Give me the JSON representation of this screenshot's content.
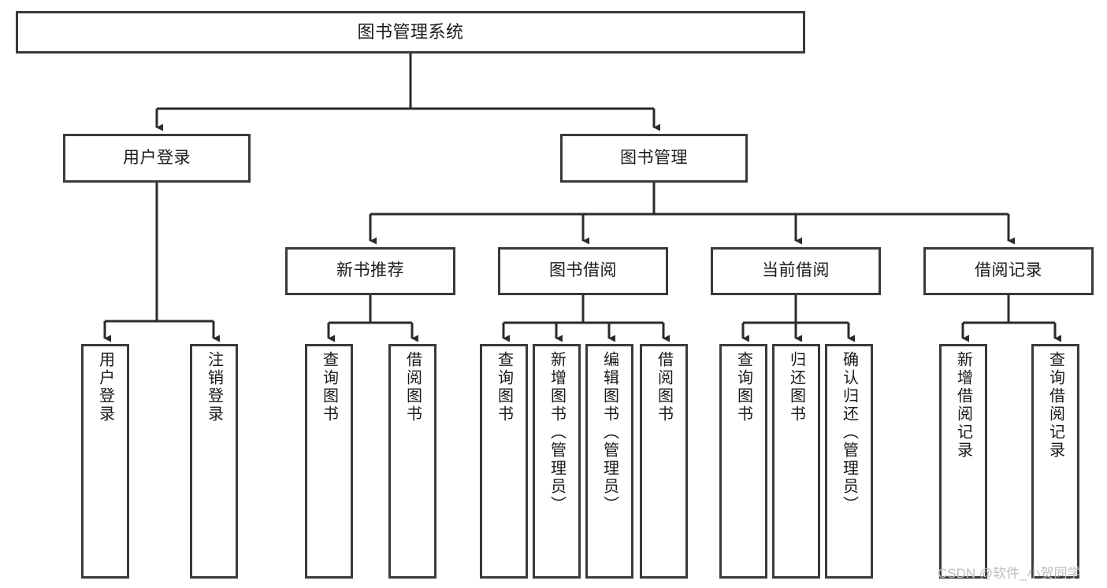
{
  "diagram": {
    "title": "图书管理系统",
    "type": "tree",
    "orientation": "top-down",
    "colors": {
      "box_border": "#3a3a3a",
      "box_fill": "#ffffff",
      "connector": "#2b2b2b",
      "text": "#1a1a1a",
      "watermark": "#bdbdbd",
      "canvas": "#ffffff"
    },
    "watermark": "CSDN @软件_小贺同学",
    "nodes": {
      "root": {
        "label": "图书管理系统"
      },
      "level2": [
        {
          "id": "user-login",
          "label": "用户登录"
        },
        {
          "id": "book-manage",
          "label": "图书管理"
        }
      ],
      "level3": [
        {
          "id": "new-book-rec",
          "label": "新书推荐"
        },
        {
          "id": "book-borrow",
          "label": "图书借阅"
        },
        {
          "id": "current-borrow",
          "label": "当前借阅"
        },
        {
          "id": "borrow-record",
          "label": "借阅记录"
        }
      ],
      "leaves": [
        {
          "id": "leaf-user-login",
          "label": "用户登录",
          "parent": "user-login"
        },
        {
          "id": "leaf-user-logout",
          "label": "注销登录",
          "parent": "user-login"
        },
        {
          "id": "leaf-query-book-1",
          "label": "查询图书",
          "parent": "new-book-rec"
        },
        {
          "id": "leaf-borrow-book-1",
          "label": "借阅图书",
          "parent": "new-book-rec"
        },
        {
          "id": "leaf-query-book-2",
          "label": "查询图书",
          "parent": "book-borrow"
        },
        {
          "id": "leaf-add-book",
          "label": "新增图书（管理员）",
          "parent": "book-borrow"
        },
        {
          "id": "leaf-edit-book",
          "label": "编辑图书（管理员）",
          "parent": "book-borrow"
        },
        {
          "id": "leaf-borrow-book-2",
          "label": "借阅图书",
          "parent": "book-borrow"
        },
        {
          "id": "leaf-query-book-3",
          "label": "查询图书",
          "parent": "current-borrow"
        },
        {
          "id": "leaf-return-book",
          "label": "归还图书",
          "parent": "current-borrow"
        },
        {
          "id": "leaf-confirm-return",
          "label": "确认归还（管理员）",
          "parent": "current-borrow"
        },
        {
          "id": "leaf-add-record",
          "label": "新增借阅记录",
          "parent": "borrow-record"
        },
        {
          "id": "leaf-query-record",
          "label": "查询借阅记录",
          "parent": "borrow-record"
        }
      ]
    }
  }
}
